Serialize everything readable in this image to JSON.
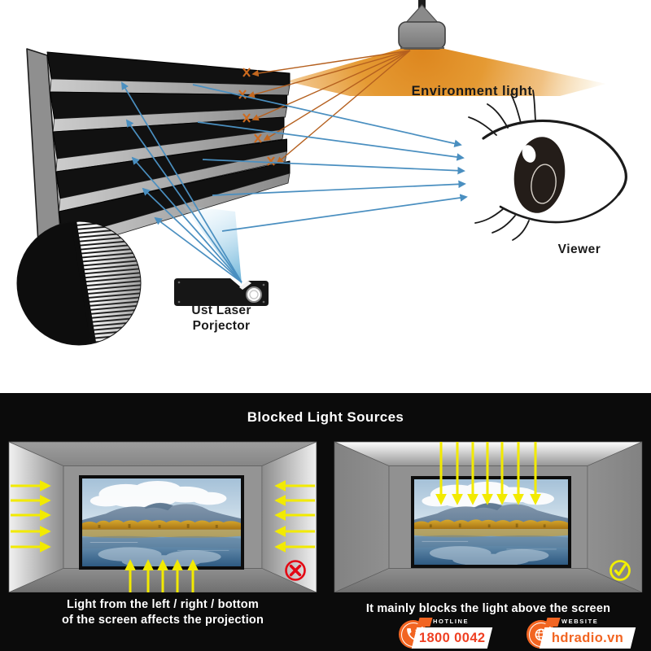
{
  "diagram": {
    "environment_light_label": "Environment light",
    "viewer_label": "Viewer",
    "projector_label_line1": "Ust Laser",
    "projector_label_line2": "Porjector"
  },
  "bottom": {
    "title": "Blocked Light Sources",
    "left_caption_line1": "Light from the left / right / bottom",
    "left_caption_line2": "of the screen affects the projection",
    "right_caption": "It mainly blocks the light above the screen",
    "hotline": {
      "label": "HOTLINE",
      "number": "1800 0042"
    },
    "website": {
      "label": "WEBSITE",
      "url": "hdradio.vn"
    }
  },
  "icons": {
    "phone_icon": "phone-handset",
    "globe_icon": "globe",
    "blocked_icon": "circled-x",
    "allowed_icon": "circled-check",
    "x_mark": "x-cross",
    "lamp_icon": "ceiling-lamp",
    "eye_icon": "eye"
  },
  "colors": {
    "accent_orange": "#f26522",
    "hotline_number": "#ef4023",
    "arrow_yellow": "#f2ea00",
    "projector_ray_blue": "#4a8fc0",
    "environment_ray_orange": "#b5601f",
    "cone_orange": "#dd861e",
    "blocked_red": "#e40613",
    "check_yellow": "#f2ef00"
  }
}
